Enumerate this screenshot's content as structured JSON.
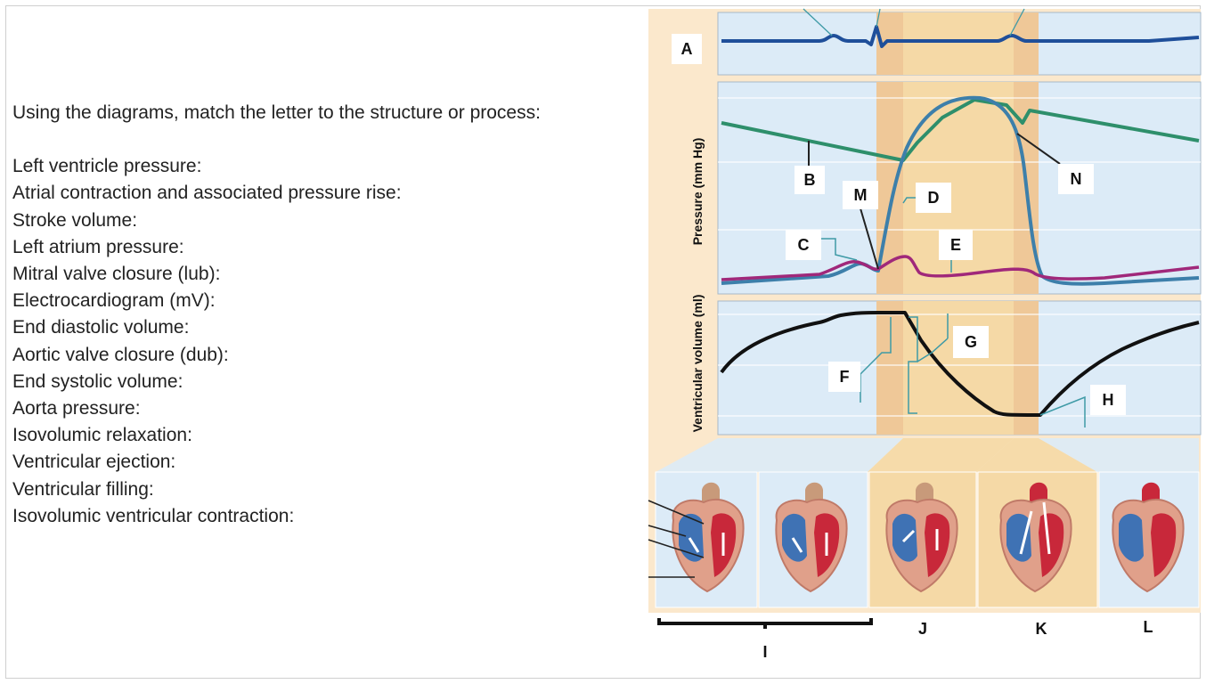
{
  "question": {
    "intro": "Using the diagrams, match the letter to the structure or process:",
    "items": [
      "Left ventricle pressure:",
      "Atrial contraction and associated pressure rise:",
      "Stroke volume:",
      "Left atrium pressure:",
      "Mitral valve closure (lub):",
      "Electrocardiogram (mV):",
      "End diastolic volume:",
      "Aortic valve closure (dub):",
      "End systolic volume:",
      "Aorta pressure:",
      "Isovolumic relaxation:",
      "Ventricular ejection:",
      "Ventricular filling:",
      "Isovolumic ventricular contraction:"
    ]
  },
  "diagram": {
    "axis_pressure": "Pressure (mm Hg)",
    "axis_volume": "Ventricular volume (ml)",
    "labels": {
      "A": "A",
      "B": "B",
      "C": "C",
      "D": "D",
      "E": "E",
      "F": "F",
      "G": "G",
      "H": "H",
      "I": "I",
      "J": "J",
      "K": "K",
      "L": "L",
      "M": "M",
      "N": "N"
    },
    "colors": {
      "panel_bg": "#fbe8cc",
      "plot_bg": "#dcebf7",
      "systole_band": "#f5d9a6",
      "valve_band": "#efc898",
      "ecg": "#1f4f9a",
      "ventricle_pressure": "#3d7faa",
      "aorta_pressure": "#2e8f6b",
      "atrium_pressure": "#a0287a",
      "volume": "#111111",
      "leader_teal": "#3e9aa6",
      "blood_blue": "#3f72b4",
      "blood_red": "#c8283a"
    }
  }
}
